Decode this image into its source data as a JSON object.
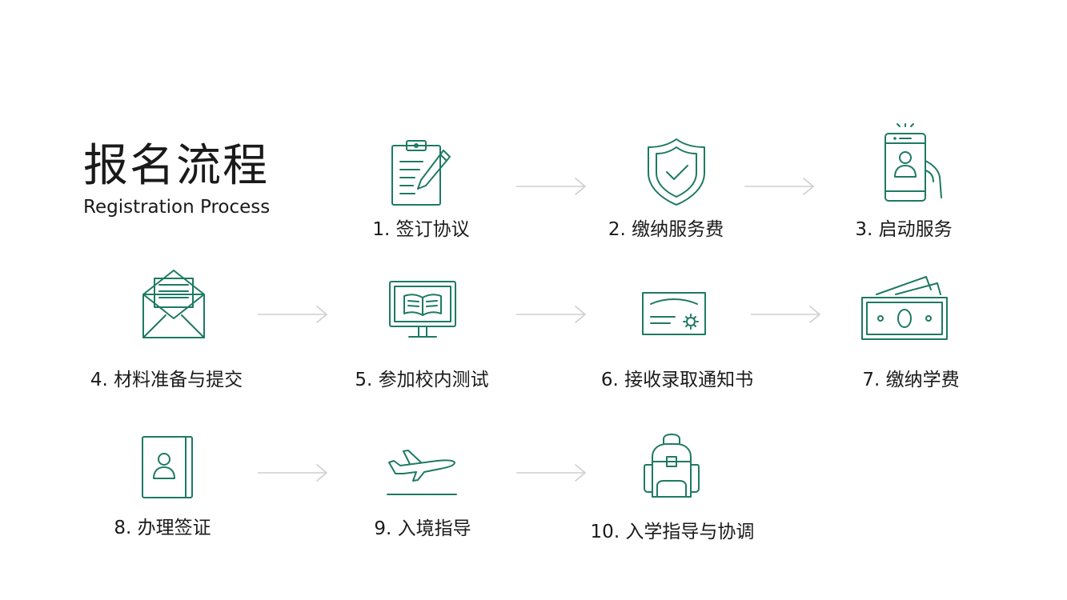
{
  "header": {
    "title_zh": "报名流程",
    "title_en": "Registration Process"
  },
  "colors": {
    "icon_stroke": "#1e7a63",
    "arrow": "#cfcfcf",
    "text": "#1a1a1a",
    "background": "#ffffff"
  },
  "steps": [
    {
      "label": "1. 签订协议",
      "icon": "clipboard-pen-icon"
    },
    {
      "label": "2. 缴纳服务费",
      "icon": "shield-check-icon"
    },
    {
      "label": "3. 启动服务",
      "icon": "phone-user-icon"
    },
    {
      "label": "4. 材料准备与提交",
      "icon": "open-envelope-icon"
    },
    {
      "label": "5. 参加校内测试",
      "icon": "monitor-book-icon"
    },
    {
      "label": "6. 接收录取通知书",
      "icon": "certificate-icon"
    },
    {
      "label": "7. 缴纳学费",
      "icon": "banknotes-icon"
    },
    {
      "label": "8. 办理签证",
      "icon": "passport-icon"
    },
    {
      "label": "9. 入境指导",
      "icon": "airplane-takeoff-icon"
    },
    {
      "label": "10. 入学指导与协调",
      "icon": "backpack-icon"
    }
  ]
}
